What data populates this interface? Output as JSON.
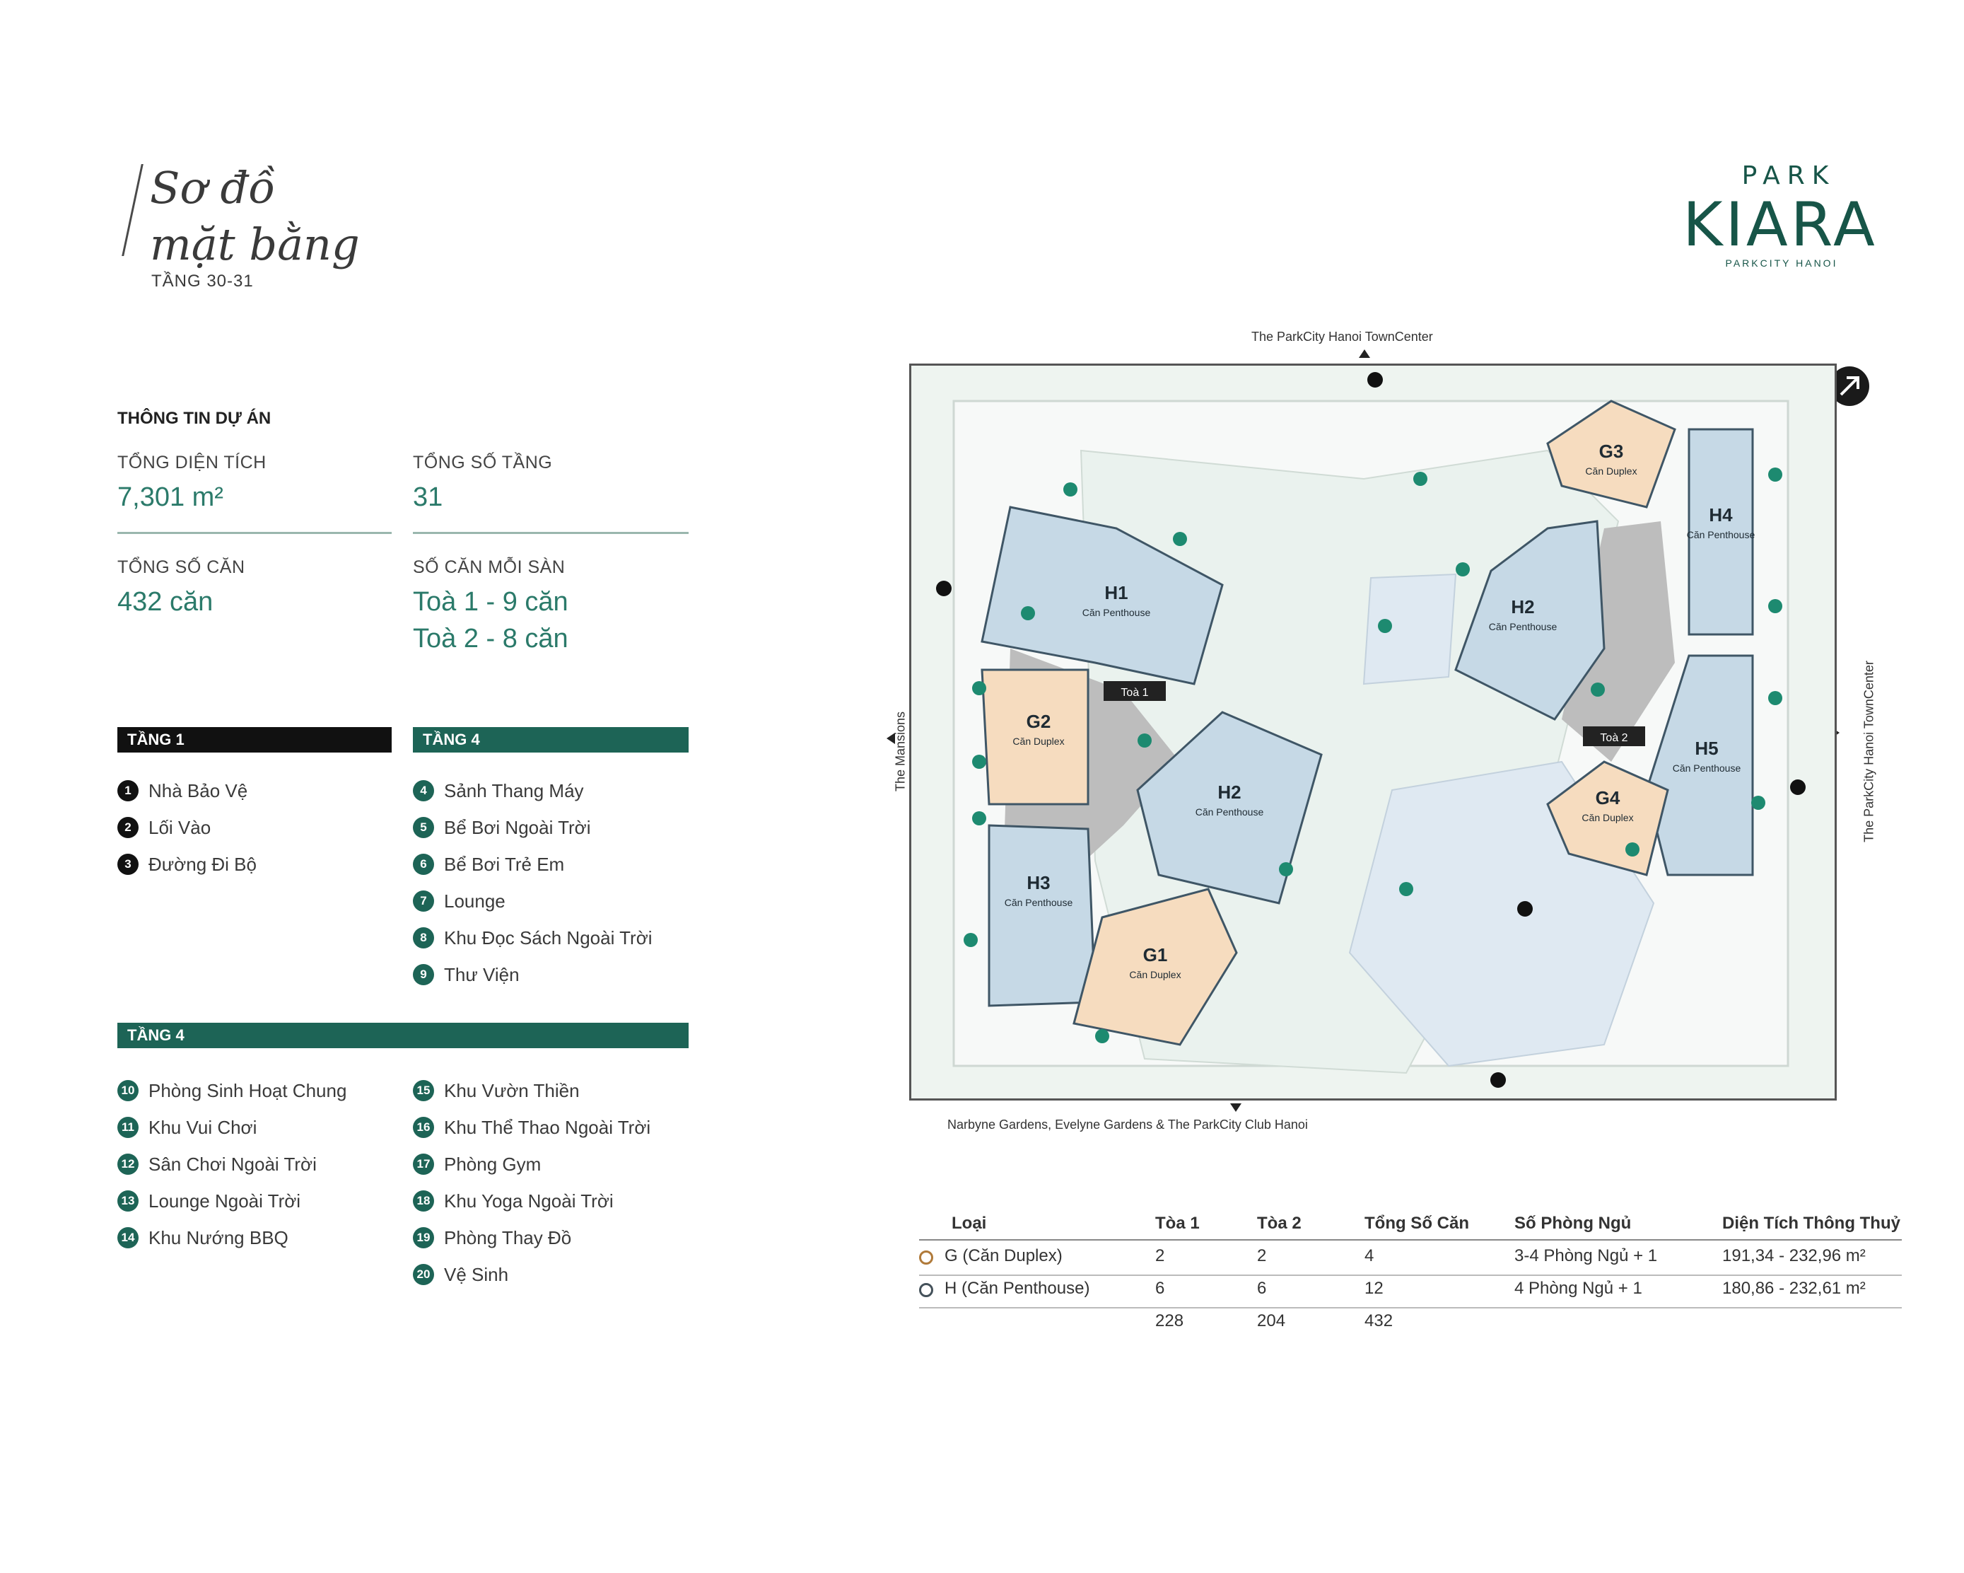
{
  "title": {
    "line1": "Sơ đồ",
    "line2": "mặt bằng",
    "floor": "TẦNG 30-31"
  },
  "logo": {
    "top": "PARK",
    "main": "KIARA",
    "sub": "PARKCITY HANOI"
  },
  "info": {
    "heading": "THÔNG TIN DỰ ÁN",
    "total_area_label": "TỔNG DIỆN TÍCH",
    "total_area_value": "7,301 m²",
    "total_floors_label": "TỔNG SỐ TẦNG",
    "total_floors_value": "31",
    "total_units_label": "TỔNG SỐ CĂN",
    "total_units_value": "432 căn",
    "units_per_floor_label": "SỐ CĂN MỖI SÀN",
    "units_per_floor_line1": "Toà 1 - 9 căn",
    "units_per_floor_line2": "Toà 2 - 8 căn"
  },
  "legend_tang1": {
    "header": "TẦNG 1",
    "items": [
      {
        "num": "1",
        "label": "Nhà Bảo Vệ"
      },
      {
        "num": "2",
        "label": "Lối Vào"
      },
      {
        "num": "3",
        "label": "Đường Đi Bộ"
      }
    ]
  },
  "legend_tang4a": {
    "header": "TẦNG 4",
    "items": [
      {
        "num": "4",
        "label": "Sảnh Thang Máy"
      },
      {
        "num": "5",
        "label": "Bể Bơi Ngoài Trời"
      },
      {
        "num": "6",
        "label": "Bể Bơi Trẻ Em"
      },
      {
        "num": "7",
        "label": "Lounge"
      },
      {
        "num": "8",
        "label": "Khu Đọc Sách Ngoài Trời"
      },
      {
        "num": "9",
        "label": "Thư Viện"
      }
    ]
  },
  "legend_tang4b": {
    "header": "TẦNG 4",
    "col1": [
      {
        "num": "10",
        "label": "Phòng Sinh Hoạt Chung"
      },
      {
        "num": "11",
        "label": "Khu Vui Chơi"
      },
      {
        "num": "12",
        "label": "Sân Chơi Ngoài Trời"
      },
      {
        "num": "13",
        "label": "Lounge Ngoài Trời"
      },
      {
        "num": "14",
        "label": "Khu Nướng BBQ"
      }
    ],
    "col2": [
      {
        "num": "15",
        "label": "Khu Vườn Thiền"
      },
      {
        "num": "16",
        "label": "Khu Thể Thao Ngoài Trời"
      },
      {
        "num": "17",
        "label": "Phòng Gym"
      },
      {
        "num": "18",
        "label": "Khu Yoga Ngoài Trời"
      },
      {
        "num": "19",
        "label": "Phòng Thay Đồ"
      },
      {
        "num": "20",
        "label": "Vệ Sinh"
      }
    ]
  },
  "plan": {
    "road_top": "The ParkCity Hanoi TownCenter",
    "road_right": "The ParkCity Hanoi TownCenter",
    "road_left": "The Mansions",
    "road_bottom": "Narbyne Gardens, Evelyne Gardens & The ParkCity Club Hanoi",
    "units": [
      {
        "code": "H1",
        "type": "Căn Penthouse"
      },
      {
        "code": "H2",
        "type": "Căn Penthouse"
      },
      {
        "code": "H3",
        "type": "Căn Penthouse"
      },
      {
        "code": "G1",
        "type": "Căn Duplex"
      },
      {
        "code": "G2",
        "type": "Căn Duplex"
      },
      {
        "code": "H2",
        "type": "Căn Penthouse"
      },
      {
        "code": "G3",
        "type": "Căn Duplex"
      },
      {
        "code": "H4",
        "type": "Căn Penthouse"
      },
      {
        "code": "H5",
        "type": "Căn Penthouse"
      },
      {
        "code": "G4",
        "type": "Căn Duplex"
      }
    ],
    "tower1": "Toà 1",
    "tower2": "Toà 2",
    "colors": {
      "duplex": "#f6dcbf",
      "penthouse": "#c6d9e6",
      "core": "#b7b7b7",
      "green": "#1d6456"
    }
  },
  "table": {
    "headers": [
      "Loại",
      "Tòa 1",
      "Tòa 2",
      "Tổng Số Căn",
      "Số Phòng Ngủ",
      "Diện Tích Thông Thuỷ"
    ],
    "rows": [
      [
        "G (Căn Duplex)",
        "2",
        "2",
        "4",
        "3-4 Phòng Ngủ + 1",
        "191,34 - 232,96 m²"
      ],
      [
        "H (Căn Penthouse)",
        "6",
        "6",
        "12",
        "4 Phòng Ngủ + 1",
        "180,86 - 232,61 m²"
      ]
    ],
    "totals": [
      "228",
      "204",
      "432"
    ],
    "marker_colors": [
      "#b07a3a",
      "#44515a"
    ]
  }
}
